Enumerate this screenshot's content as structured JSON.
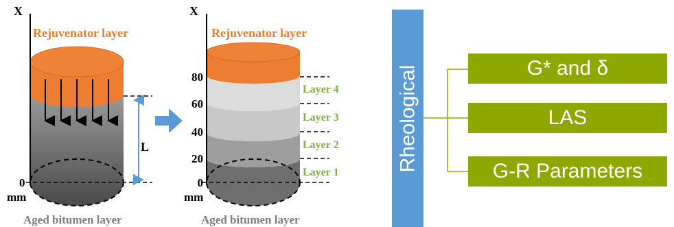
{
  "left_diagram": {
    "axis_x": "X",
    "rejuvenator": "Rejuvenator layer",
    "length_label": "L",
    "zero": "0",
    "unit": "mm",
    "aged": "Aged bitumen layer"
  },
  "right_diagram": {
    "axis_x": "X",
    "rejuvenator": "Rejuvenator layer",
    "ticks": [
      "80",
      "60",
      "40",
      "20",
      "0"
    ],
    "unit": "mm",
    "layers": [
      "Layer 4",
      "Layer 3",
      "Layer 2",
      "Layer 1"
    ],
    "aged": "Aged bitumen layer"
  },
  "tree": {
    "root": "Rheological",
    "children": [
      "G* and δ",
      "LAS",
      "G-R Parameters"
    ]
  },
  "colors": {
    "orange": "#ed7d31",
    "label_orange": "#ed7d31",
    "layer_green": "#7cb342",
    "arrow_blue": "#5b9bd5",
    "bar_blue": "#5b9bd5",
    "box_green": "#8fa800"
  }
}
